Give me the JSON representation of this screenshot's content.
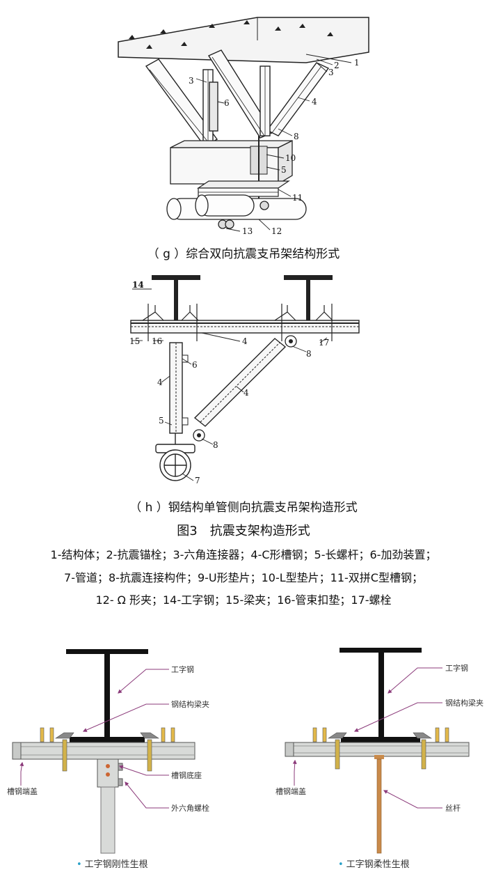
{
  "diagram_g": {
    "labels": [
      "1",
      "2",
      "3",
      "3",
      "4",
      "5",
      "6",
      "8",
      "10",
      "11",
      "12",
      "13"
    ],
    "caption": "（ g ）综合双向抗震支吊架结构形式"
  },
  "diagram_h": {
    "labels": [
      "14",
      "15",
      "16",
      "4",
      "17",
      "8",
      "6",
      "4",
      "4",
      "5",
      "8",
      "7"
    ],
    "caption": "（ h ）钢结构单管侧向抗震支吊架构造形式"
  },
  "figure": {
    "title": "图3　抗震支架构造形式",
    "legend": [
      "1-结构体；2-抗震锚栓；3-六角连接器；4-C形槽钢；5-长螺杆；6-加劲装置；",
      "7-管道；8-抗震连接构件；9-U形垫片；10-L型垫片；11-双拼C型槽钢；",
      "12- Ω 形夹；14-工字钢；15-梁夹；16-管束扣垫；17-螺栓"
    ]
  },
  "rigid_root": {
    "annotations": [
      "工字钢",
      "钢结构梁夹",
      "槽钢底座",
      "外六角螺栓",
      "槽钢端盖"
    ],
    "caption": "工字钢刚性生根"
  },
  "flexible_root": {
    "annotations": [
      "工字钢",
      "钢结构梁夹",
      "丝杆",
      "槽钢端盖"
    ],
    "caption": "工字钢柔性生根"
  },
  "colors": {
    "accent_dot": "#2aa1c8",
    "arrow": "#8b3a7a",
    "rod": "#c98a4a",
    "channel": "#d8dad8"
  }
}
